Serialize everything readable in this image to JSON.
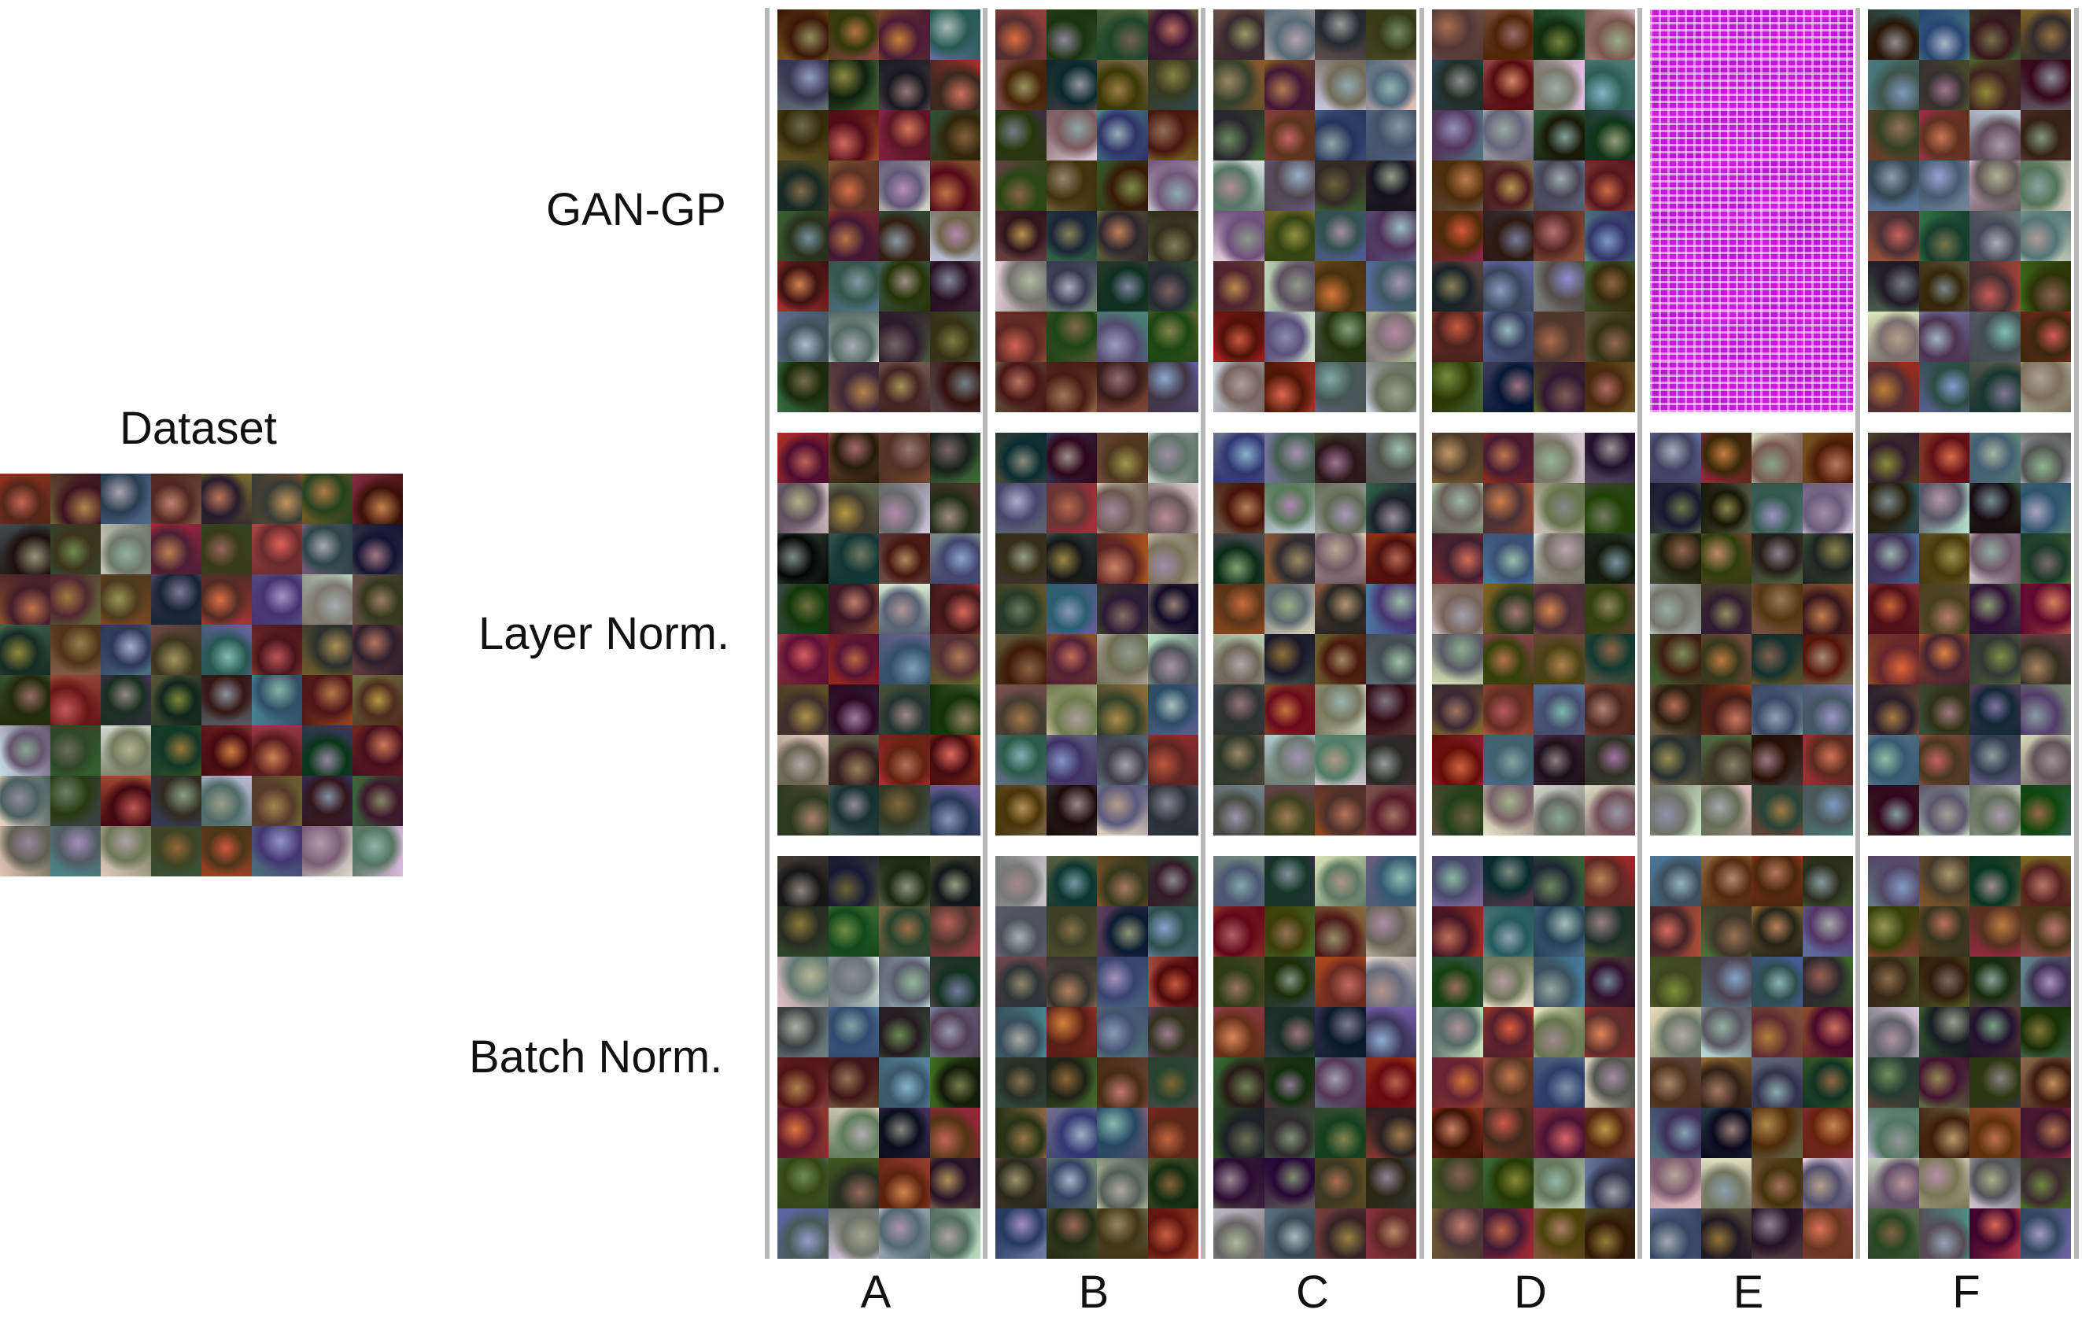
{
  "dataset_title": "Dataset",
  "row_labels": [
    "GAN-GP",
    "Layer Norm.",
    "Batch Norm."
  ],
  "column_labels": [
    "A",
    "B",
    "C",
    "D",
    "E",
    "F"
  ],
  "colors": {
    "separator": "#b8b8b8",
    "artifact_magenta": "#d020e0",
    "background": "#ffffff"
  }
}
